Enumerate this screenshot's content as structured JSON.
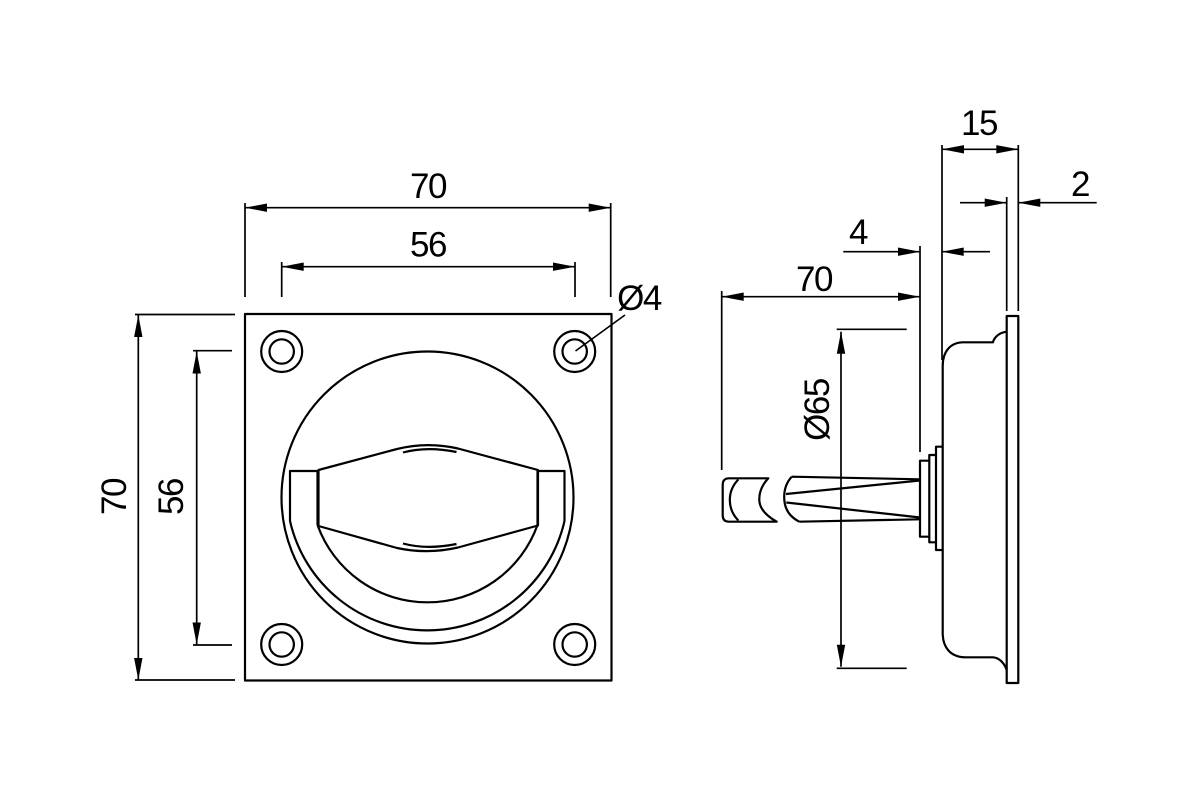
{
  "drawing": {
    "colors": {
      "line": "#000000",
      "background": "#ffffff"
    },
    "front_view": {
      "width": "70",
      "hole_pitch_horizontal": "56",
      "height": "70",
      "hole_pitch_vertical": "56",
      "hole_diameter": "Ø4"
    },
    "side_view": {
      "overall_depth": "15",
      "plate_thickness": "2",
      "boss_depth": "4",
      "handle_length": "70",
      "recess_diameter": "Ø65"
    }
  }
}
